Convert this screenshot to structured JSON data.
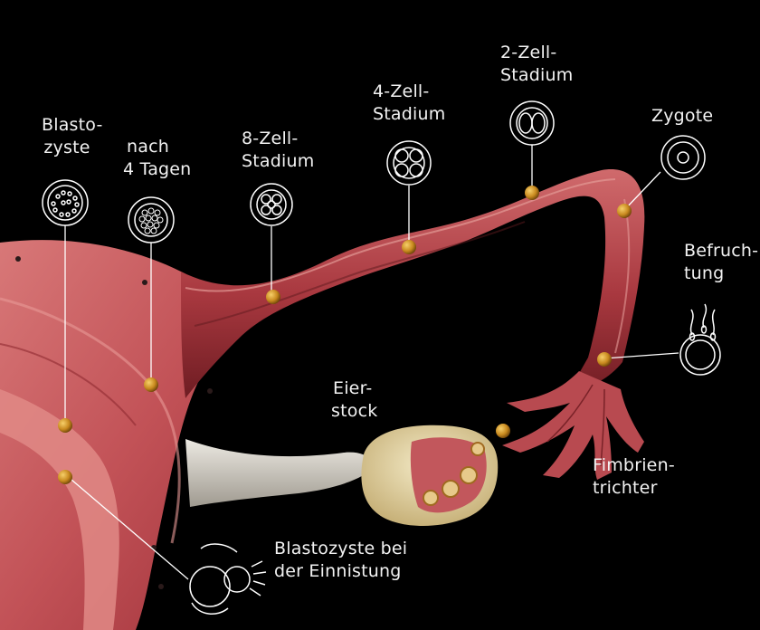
{
  "labels": {
    "blastozyste": [
      "Blasto-",
      "zyste"
    ],
    "nach4tagen": [
      "nach",
      "4 Tagen"
    ],
    "achtzell": [
      "8-Zell-",
      "Stadium"
    ],
    "vierzell": [
      "4-Zell-",
      "Stadium"
    ],
    "zweizell": [
      "2-Zell-",
      "Stadium"
    ],
    "zygote": [
      "Zygote"
    ],
    "befruchtung": [
      "Befruch-",
      "tung"
    ],
    "eierstock": [
      "Eier-",
      "stock"
    ],
    "fimbrientrichter": [
      "Fimbrien-",
      "trichter"
    ],
    "einnistung": [
      "Blastozyste bei",
      "der Einnistung"
    ]
  },
  "colors": {
    "background": "#000000",
    "tissue": "#b8444a",
    "tissue_dark": "#7a2228",
    "tissue_light": "#d9777a",
    "ligament": "#d6d2c8",
    "ovary": "#e8dcb2",
    "cell": "#c98a1f",
    "leader": "#ffffff"
  },
  "icons": [
    "blastocyst-icon",
    "morula-icon",
    "eight-cell-icon",
    "four-cell-icon",
    "two-cell-icon",
    "zygote-icon",
    "fertilization-icon",
    "implantation-icon"
  ]
}
